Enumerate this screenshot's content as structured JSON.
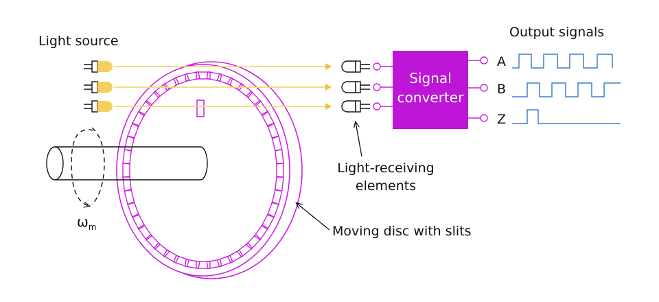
{
  "labels": {
    "light_source": "Light source",
    "output_signals": "Output signals",
    "converter_line1": "Signal",
    "converter_line2": "converter",
    "channel_a": "A",
    "channel_b": "B",
    "channel_z": "Z",
    "receivers_line1": "Light-receiving",
    "receivers_line2": "elements",
    "disc": "Moving disc with slits",
    "omega": "ω",
    "omega_sub": "m"
  },
  "colors": {
    "magenta": "#cc1fe0",
    "converter_fill": "#bd16d6",
    "led_yellow": "#f5cf5c",
    "beam": "#f6d86a",
    "signal_blue": "#3a7fd1",
    "text": "#111111"
  }
}
